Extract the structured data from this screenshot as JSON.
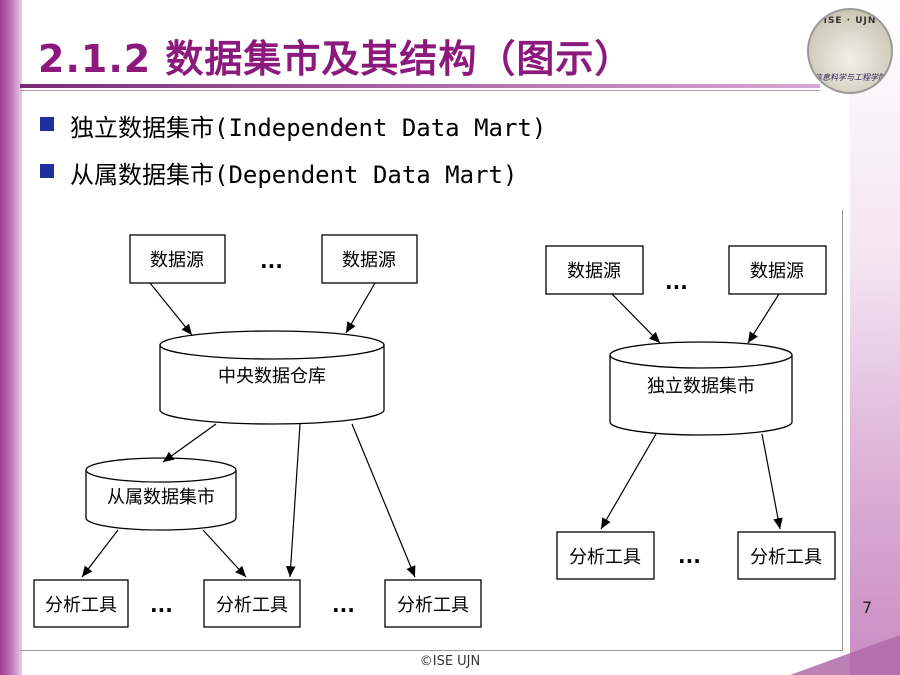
{
  "slide": {
    "title": "2.1.2 数据集市及其结构（图示）",
    "bullets": [
      "独立数据集市(Independent Data Mart)",
      "从属数据集市(Dependent Data Mart)"
    ],
    "page_number": "7",
    "footer": "©ISE UJN",
    "logo": {
      "top_text": "ISE · UJN",
      "bottom_text": "信息科学与工程学院"
    }
  },
  "diagram": {
    "dependent": {
      "source_left": "数据源",
      "source_right": "数据源",
      "warehouse": "中央数据仓库",
      "mart": "从属数据集市",
      "tools": [
        "分析工具",
        "分析工具",
        "分析工具"
      ],
      "ellipsis": "..."
    },
    "independent": {
      "source_left": "数据源",
      "source_right": "数据源",
      "mart": "独立数据集市",
      "tools": [
        "分析工具",
        "分析工具"
      ],
      "ellipsis": "..."
    }
  },
  "colors": {
    "title": "#8b1a7c",
    "bullet": "#1f2f9e",
    "band": "#9a3a95"
  }
}
